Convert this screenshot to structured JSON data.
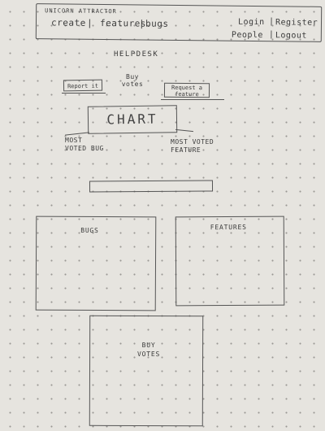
{
  "navbar": {
    "brand": "Unicorn Attractor",
    "create": "create",
    "separator": "|",
    "features": "features",
    "bugs": "bugs",
    "login": "Login",
    "register": "Register",
    "profile": "People",
    "logout": "Logout"
  },
  "page": {
    "title": "HELPDESK",
    "subtitle": "Buy votes"
  },
  "actions": {
    "report_bug": "Report it",
    "request_feature": "Request a feature"
  },
  "chart": {
    "label": "CHART"
  },
  "stats": {
    "most_voted_bug": "Most voted bug",
    "most_voted_feature": "Most voted feature"
  },
  "panels": {
    "bugs": "Bugs",
    "features": "Features",
    "buy_votes": "Buy votes"
  }
}
